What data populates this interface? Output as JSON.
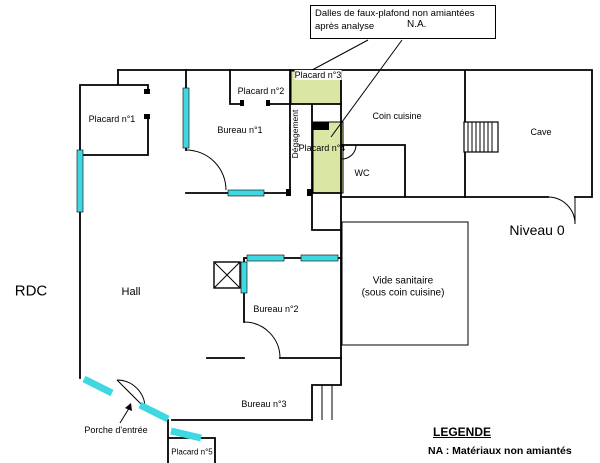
{
  "colors": {
    "highlight_green": "#d9e6a4",
    "window_teal": "#3fd8e2"
  },
  "annotation": {
    "line1": "Dalles de faux-plafond non amiantées",
    "line2": "après analyse",
    "na": "N.A."
  },
  "floor": {
    "rdc": "RDC",
    "niveau": "Niveau 0"
  },
  "rooms": {
    "placard1": "Placard n°1",
    "placard2": "Placard n°2",
    "placard3": "Placard n°3",
    "placard4": "Placard n°4",
    "placard5": "Placard n°5",
    "bureau1": "Bureau n°1",
    "bureau2": "Bureau n°2",
    "bureau3": "Bureau n°3",
    "degagement": "Dégagement",
    "coin_cuisine": "Coin cuisine",
    "cave": "Cave",
    "wc": "WC",
    "hall": "Hall",
    "vide_sanitaire_1": "Vide sanitaire",
    "vide_sanitaire_2": "(sous coin cuisine)",
    "porche": "Porche d'entrée"
  },
  "legend": {
    "title": "LEGENDE",
    "item1": "NA : Matériaux non amiantés"
  }
}
